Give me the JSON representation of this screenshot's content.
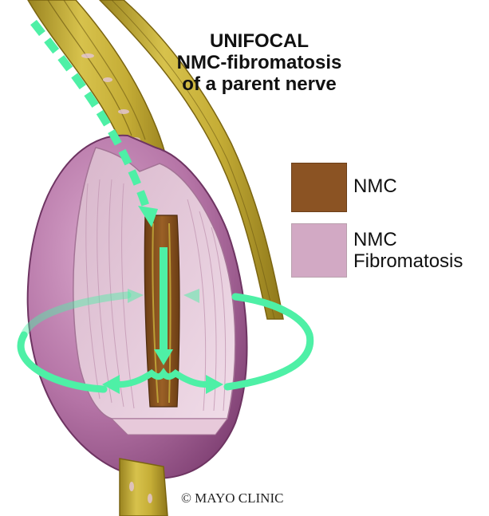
{
  "title": {
    "line1": "UNIFOCAL",
    "line2": "NMC-fibromatosis",
    "line3": "of a parent nerve"
  },
  "legend": {
    "nmc": {
      "label": "NMC",
      "color": "#8b5323"
    },
    "fibromatosis": {
      "label_line1": "NMC",
      "label_line2": "Fibromatosis",
      "color": "#d2a9c4"
    }
  },
  "colors": {
    "nerve_fiber": "#c9b23c",
    "tumor_outer": "#9a5a8f",
    "tumor_cut_surface": "#e6ccdc",
    "arrow": "#4ef0a6"
  },
  "copyright": "© MAYO CLINIC"
}
